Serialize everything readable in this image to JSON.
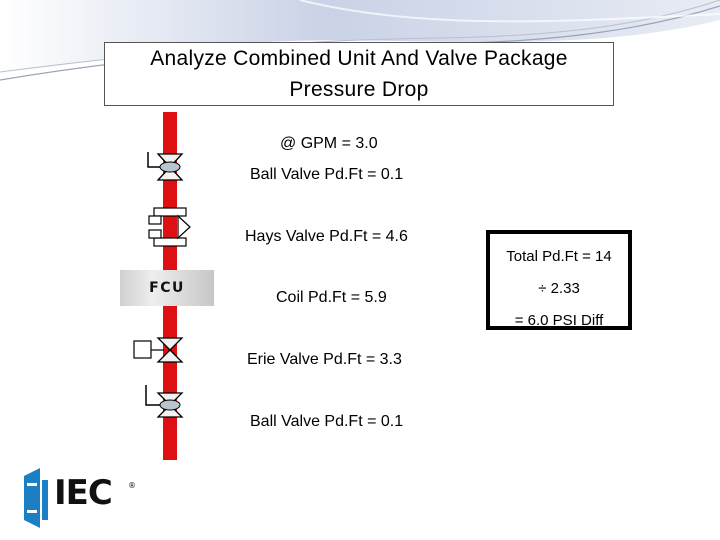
{
  "title": {
    "line1": "Analyze Combined Unit And Valve Package",
    "line2": "Pressure Drop"
  },
  "labels": {
    "gpm": "@ GPM = 3.0",
    "ball_valve_top": "Ball Valve Pd.Ft = 0.1",
    "hays_valve": "Hays Valve Pd.Ft = 4.6",
    "coil": "Coil Pd.Ft = 5.9",
    "erie_valve": "Erie Valve Pd.Ft =  3.3",
    "ball_valve_bottom": "Ball Valve Pd.Ft = 0.1"
  },
  "fcu_label": "FCU",
  "totals": {
    "line1": "Total Pd.Ft = 14",
    "line2": "÷ 2.33",
    "line3": "= 6.0 PSI Diff"
  },
  "logo": {
    "text": "IEC",
    "mark": "®"
  },
  "colors": {
    "pipe": "#dd1111",
    "banner": "#c9d2e6",
    "accent_blue": "#1c7fc3"
  }
}
